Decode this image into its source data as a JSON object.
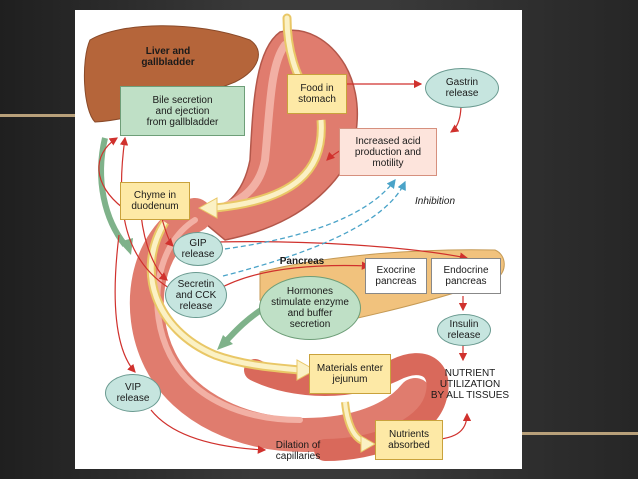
{
  "colors": {
    "background": "#2e2e2e",
    "panel": "#ffffff",
    "accent_stripe": "#b8a07a",
    "arrow_red": "#d0312d",
    "arrow_blue": "#4aa3c8",
    "arrow_yellow": "#f6eab0",
    "arrow_green": "#7fb28a",
    "liver": "#b5653a",
    "stomach": "#e07c6e",
    "pancreas": "#f1c27d"
  },
  "labels": {
    "liver": "Liver and\ngallbladder",
    "pancreas": "Pancreas",
    "inhibition": "Inhibition",
    "dilation": "Dilation of\ncapillaries",
    "nutrient": "NUTRIENT\nUTILIZATION\nBY ALL TISSUES"
  },
  "boxes": {
    "food": "Food in\nstomach",
    "gastrin": "Gastrin\nrelease",
    "bile": "Bile secretion\nand ejection\nfrom gallbladder",
    "acid": "Increased acid\nproduction and\nmotility",
    "chyme": "Chyme in\nduodenum",
    "gip": "GIP\nrelease",
    "secretin": "Secretin\nand CCK\nrelease",
    "exocrine": "Exocrine\npancreas",
    "endocrine": "Endocrine\npancreas",
    "hormones": "Hormones\nstimulate enzyme\nand buffer\nsecretion",
    "insulin": "Insulin\nrelease",
    "jejunum": "Materials enter\njejunum",
    "vip": "VIP\nrelease",
    "nutrients": "Nutrients\nabsorbed"
  }
}
